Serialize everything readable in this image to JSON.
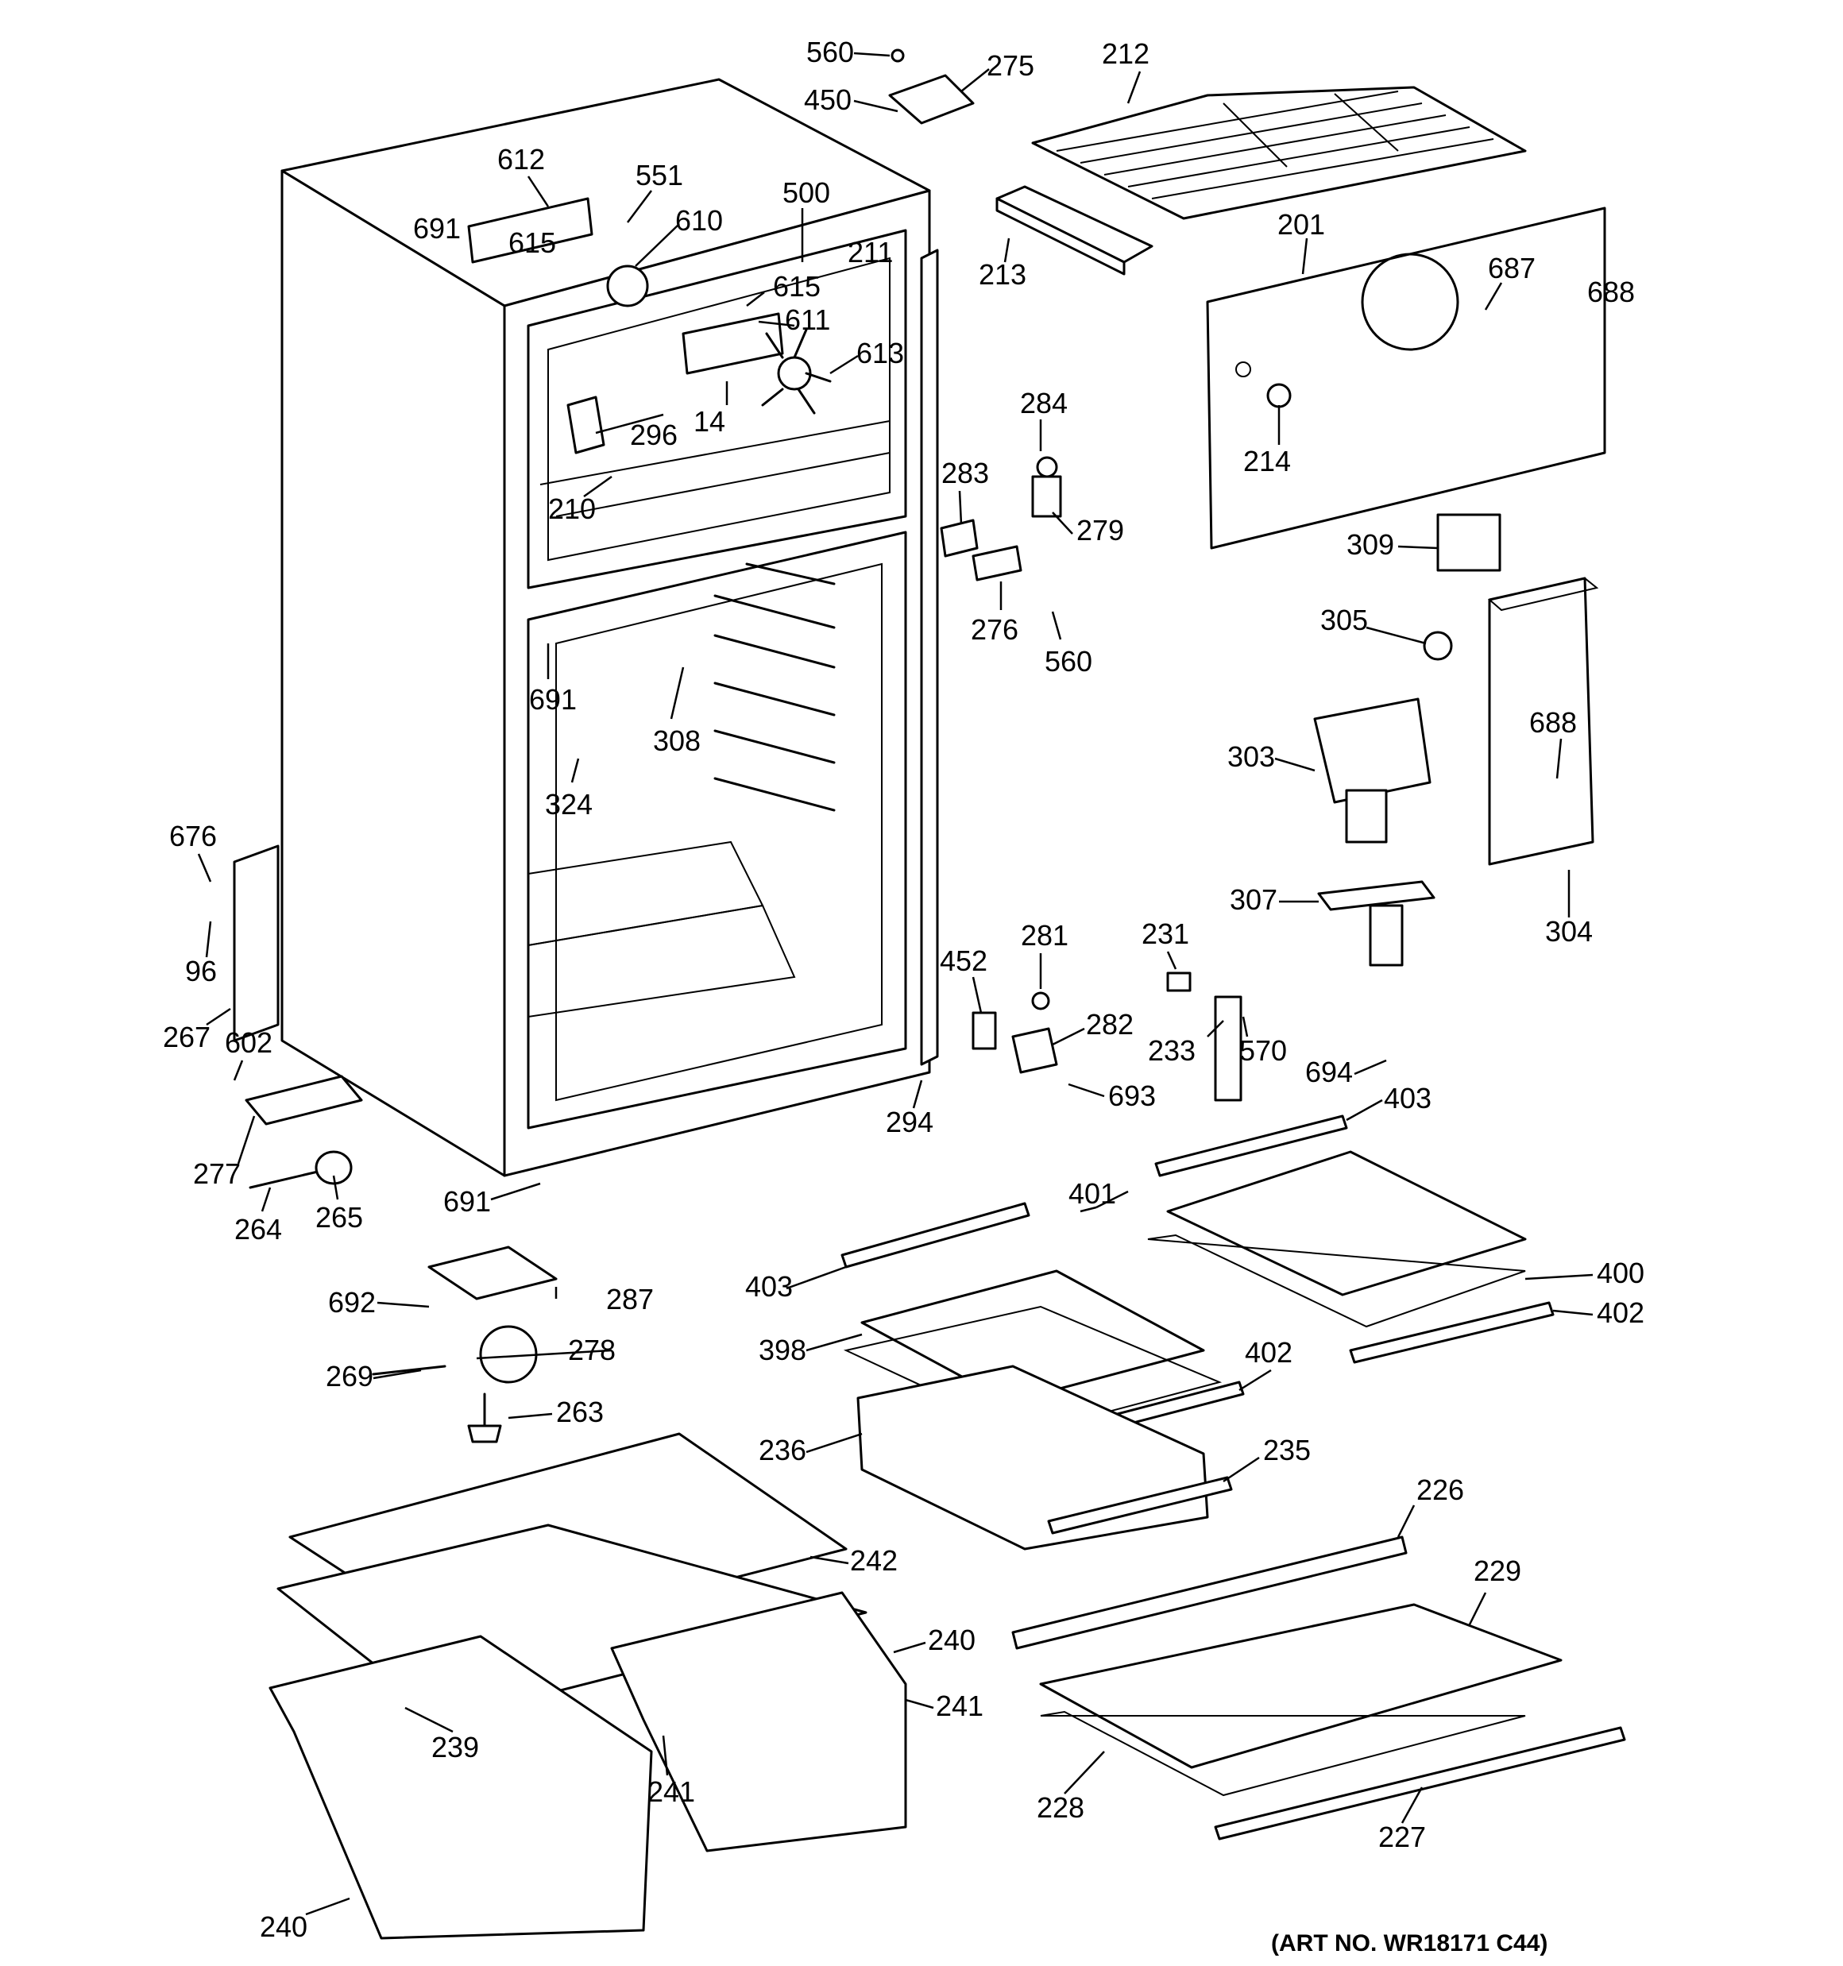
{
  "art_number": "(ART NO. WR18171 C44)",
  "callouts": [
    "560",
    "275",
    "450",
    "212",
    "612",
    "551",
    "691",
    "610",
    "615",
    "500",
    "211",
    "201",
    "687",
    "688",
    "213",
    "611",
    "613",
    "284",
    "14",
    "296",
    "214",
    "283",
    "279",
    "210",
    "309",
    "276",
    "560",
    "305",
    "691",
    "308",
    "688",
    "303",
    "324",
    "304",
    "307",
    "676",
    "96",
    "281",
    "231",
    "452",
    "267",
    "282",
    "233",
    "570",
    "602",
    "694",
    "403",
    "693",
    "294",
    "277",
    "401",
    "264",
    "265",
    "691",
    "400",
    "403",
    "402",
    "692",
    "287",
    "398",
    "278",
    "402",
    "269",
    "263",
    "236",
    "235",
    "226",
    "242",
    "229",
    "240",
    "241",
    "239",
    "241",
    "228",
    "227",
    "240",
    "615"
  ]
}
